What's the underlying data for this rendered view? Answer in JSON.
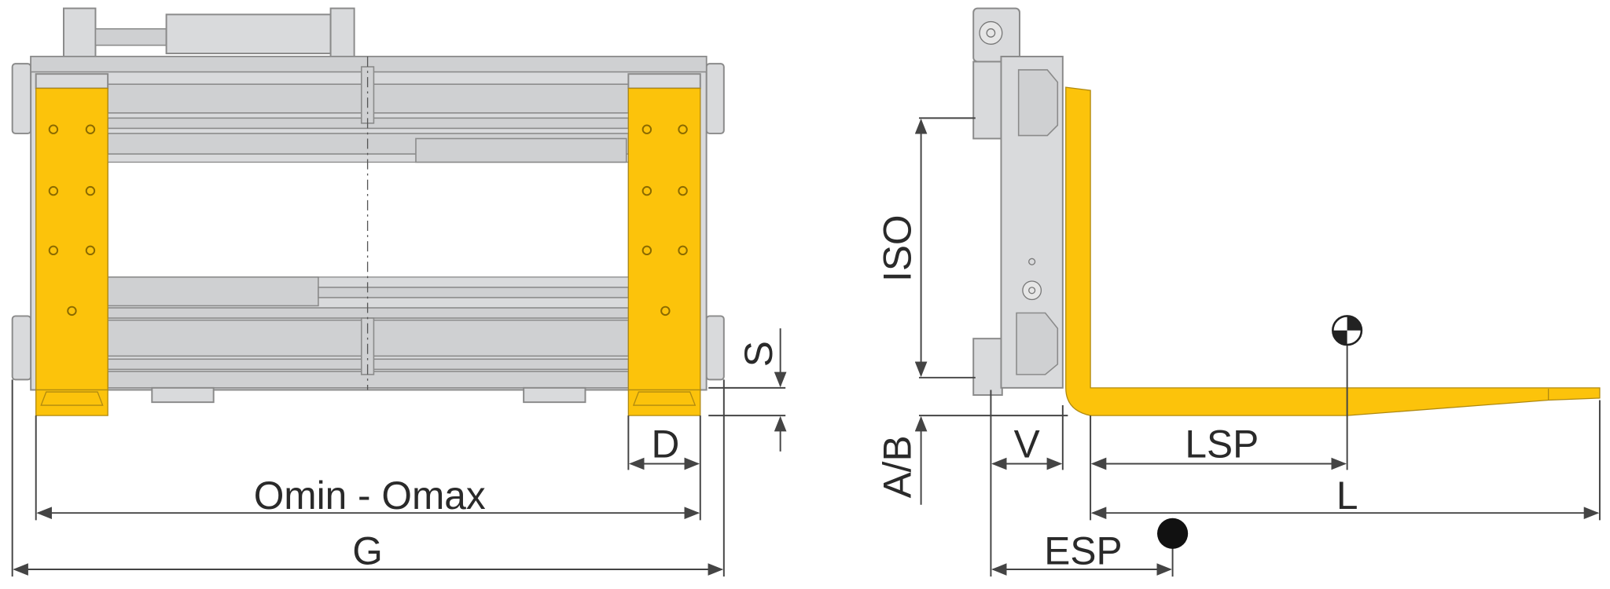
{
  "diagram": {
    "front_view": {
      "labels": {
        "omin_omax": "Omin - Omax",
        "g": "G",
        "d": "D",
        "s": "S"
      }
    },
    "side_view": {
      "labels": {
        "iso": "ISO",
        "ab": "A/B",
        "v": "V",
        "lsp": "LSP",
        "l": "L",
        "esp": "ESP"
      }
    },
    "colors": {
      "fork": "#fcc30b",
      "frame": "#d9dadc",
      "lines": "#444444"
    }
  }
}
